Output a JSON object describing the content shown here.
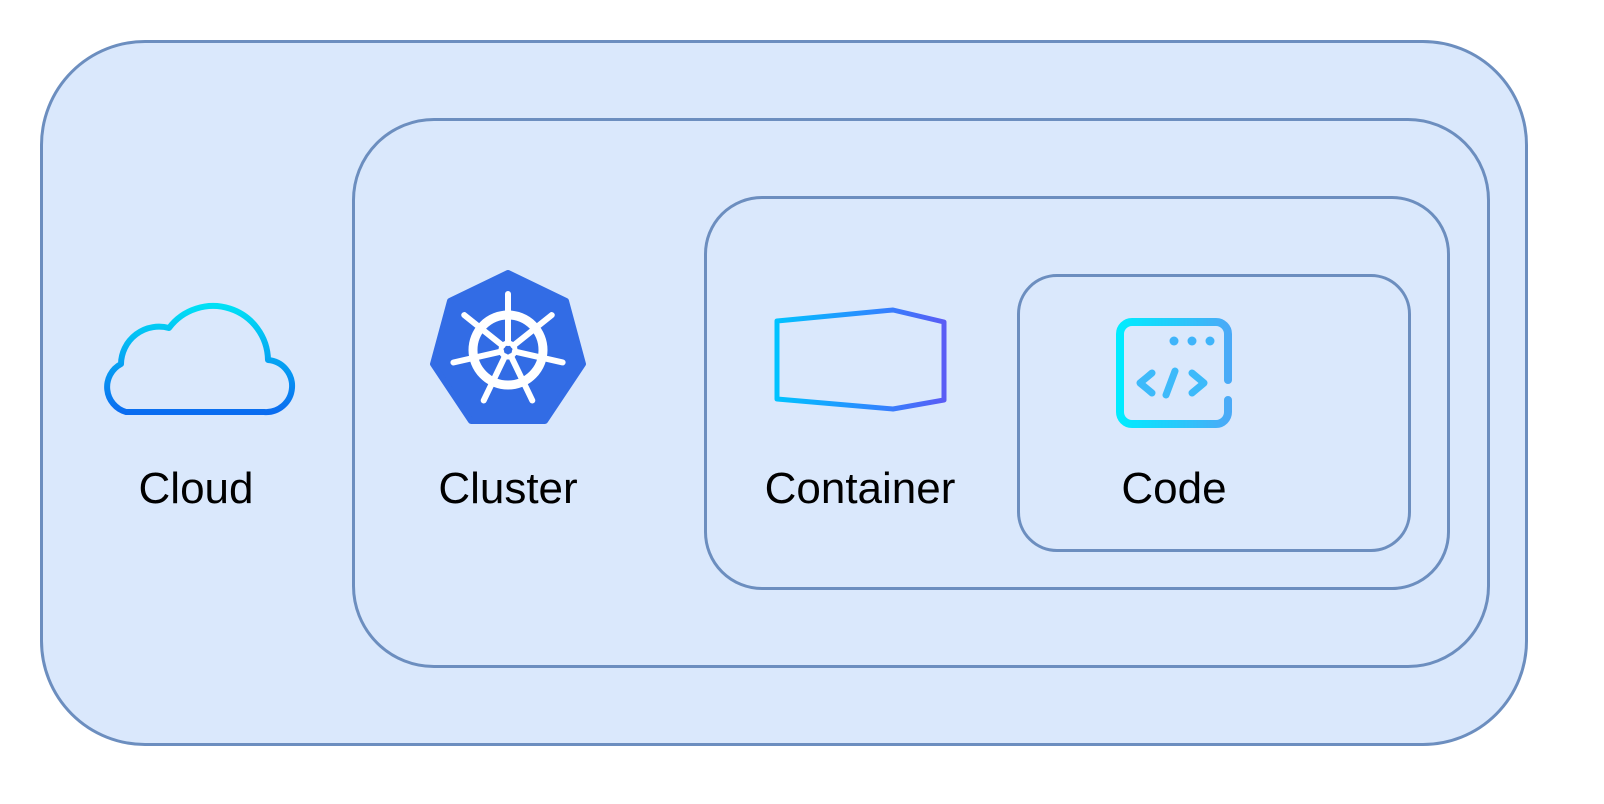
{
  "diagram": {
    "title": "Cloud / Cluster / Container / Code layers",
    "layers": [
      {
        "id": "cloud",
        "label": "Cloud",
        "icon": "cloud-icon"
      },
      {
        "id": "cluster",
        "label": "Cluster",
        "icon": "kubernetes-helm-icon"
      },
      {
        "id": "container",
        "label": "Container",
        "icon": "shipping-container-icon"
      },
      {
        "id": "code",
        "label": "Code",
        "icon": "code-window-icon"
      }
    ],
    "colors": {
      "box_fill": "#dae8fc",
      "box_stroke": "#6c8ebf",
      "kubernetes_blue": "#326ce5",
      "gradient_cyan": "#00e0f5",
      "gradient_blue": "#0a6cf0",
      "gradient_violet": "#5a5cf5"
    }
  }
}
